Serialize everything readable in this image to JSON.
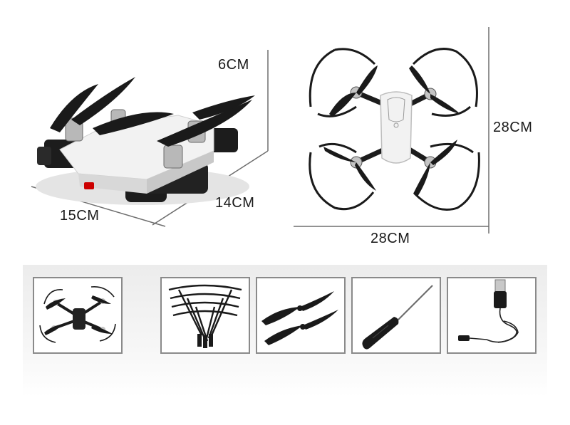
{
  "dimensions": {
    "folded_height": "6CM",
    "folded_depth": "14CM",
    "folded_width": "15CM",
    "unfolded_height": "28CM",
    "unfolded_width": "28CM"
  },
  "accessories": [
    {
      "item": "drone"
    },
    {
      "item": "propeller-guards"
    },
    {
      "item": "spare-propellers"
    },
    {
      "item": "screwdriver"
    },
    {
      "item": "usb-charging-cable"
    }
  ],
  "colors": {
    "drone_body": "#f2f2f2",
    "drone_dark": "#1c1c1c",
    "motor_metal": "#b8b8b8",
    "dimension_line": "#6e6e6e"
  }
}
